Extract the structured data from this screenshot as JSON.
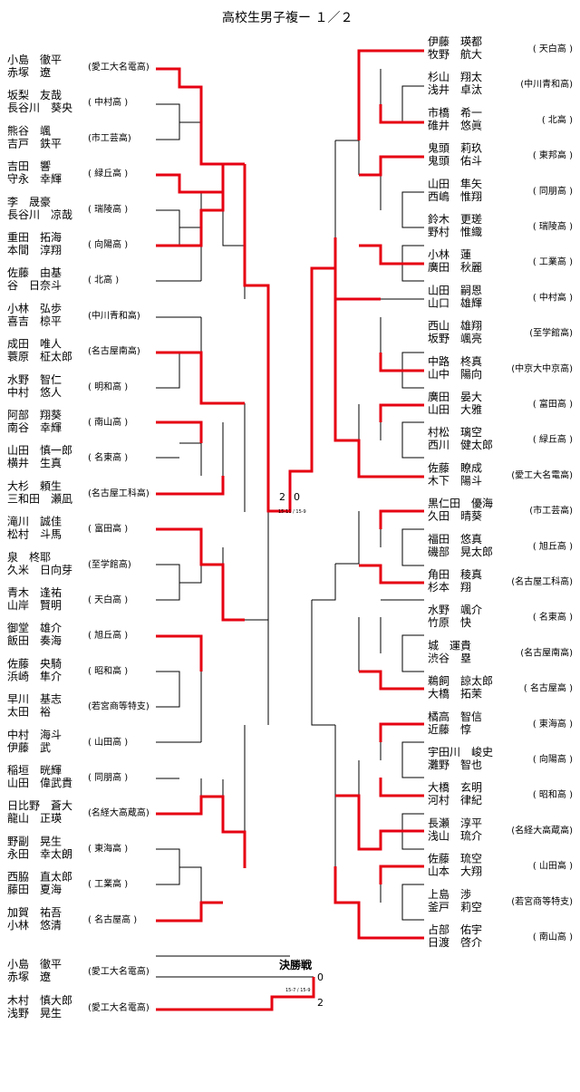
{
  "title": "高校生男子複ー １／２",
  "final_label": "決勝戦",
  "left": [
    {
      "n1": "小島　徹平",
      "n2": "赤塚　遼",
      "school": "(愛工大名電高)"
    },
    {
      "n1": "坂梨　友哉",
      "n2": "長谷川　葵央",
      "school": "( 中村高 )"
    },
    {
      "n1": "熊谷　颯",
      "n2": "吉戸　鉄平",
      "school": "(市工芸高)"
    },
    {
      "n1": "吉田　響",
      "n2": "守永　幸輝",
      "school": "( 緑丘高 )"
    },
    {
      "n1": "李　晟豪",
      "n2": "長谷川　凉哉",
      "school": "( 瑞陵高 )"
    },
    {
      "n1": "重田　拓海",
      "n2": "本間　淳翔",
      "school": "( 向陽高 )"
    },
    {
      "n1": "佐藤　由基",
      "n2": "谷　日奈斗",
      "school": "( 北高 )"
    },
    {
      "n1": "小林　弘歩",
      "n2": "喜吉　椋平",
      "school": "(中川青和高)"
    },
    {
      "n1": "成田　唯人",
      "n2": "蓑原　柾太郎",
      "school": "(名古屋南高)"
    },
    {
      "n1": "水野　智仁",
      "n2": "中村　悠人",
      "school": "( 明和高 )"
    },
    {
      "n1": "阿部　翔葵",
      "n2": "南谷　幸輝",
      "school": "( 南山高 )"
    },
    {
      "n1": "山田　慎一郎",
      "n2": "横井　生真",
      "school": "( 名東高 )"
    },
    {
      "n1": "大杉　頼生",
      "n2": "三和田　瀬凪",
      "school": "(名古屋工科高)"
    },
    {
      "n1": "滝川　誠佳",
      "n2": "松村　斗馬",
      "school": "( 富田高 )"
    },
    {
      "n1": "泉　柊耶",
      "n2": "久米　日向芽",
      "school": "(至学館高)"
    },
    {
      "n1": "青木　逢祐",
      "n2": "山岸　賢明",
      "school": "( 天白高 )"
    },
    {
      "n1": "御堂　雄介",
      "n2": "飯田　奏海",
      "school": "( 旭丘高 )"
    },
    {
      "n1": "佐藤　央騎",
      "n2": "浜崎　隼介",
      "school": "( 昭和高 )"
    },
    {
      "n1": "早川　基志",
      "n2": "太田　裕",
      "school": "(若宮商等特支)"
    },
    {
      "n1": "中村　海斗",
      "n2": "伊藤　武",
      "school": "( 山田高 )"
    },
    {
      "n1": "稲垣　晄輝",
      "n2": "山田　偉武貴",
      "school": "( 同朋高 )"
    },
    {
      "n1": "日比野　蒼大",
      "n2": "龍山　正瑛",
      "school": "(名経大高蔵高)"
    },
    {
      "n1": "野副　晃生",
      "n2": "永田　幸太朗",
      "school": "( 東海高 )"
    },
    {
      "n1": "西脇　直太郎",
      "n2": "藤田　夏海",
      "school": "( 工業高 )"
    },
    {
      "n1": "加賀　祐吾",
      "n2": "小林　悠清",
      "school": "( 名古屋高 )"
    }
  ],
  "right": [
    {
      "n1": "伊藤　瑛都",
      "n2": "牧野　航大",
      "school": "( 天白高 )"
    },
    {
      "n1": "杉山　翔太",
      "n2": "浅井　卓汰",
      "school": "(中川青和高)"
    },
    {
      "n1": "市橋　希一",
      "n2": "碓井　悠眞",
      "school": "( 北高 )"
    },
    {
      "n1": "鬼頭　莉玖",
      "n2": "鬼頭　佑斗",
      "school": "( 東邦高 )"
    },
    {
      "n1": "山田　隼矢",
      "n2": "西嶋　惟翔",
      "school": "( 同朋高 )"
    },
    {
      "n1": "鈴木　更瑳",
      "n2": "野村　惟織",
      "school": "( 瑞陵高 )"
    },
    {
      "n1": "小林　蓮",
      "n2": "廣田　秋麗",
      "school": "( 工業高 )"
    },
    {
      "n1": "山田　嗣恩",
      "n2": "山口　雄輝",
      "school": "( 中村高 )"
    },
    {
      "n1": "西山　雄翔",
      "n2": "坂野　颯亮",
      "school": "(至学館高)"
    },
    {
      "n1": "中路　柊真",
      "n2": "山中　陽向",
      "school": "(中京大中京高)"
    },
    {
      "n1": "廣田　晏大",
      "n2": "山田　大雅",
      "school": "( 富田高 )"
    },
    {
      "n1": "村松　璃空",
      "n2": "西川　健太郎",
      "school": "( 緑丘高 )"
    },
    {
      "n1": "佐藤　瞭成",
      "n2": "木下　陽斗",
      "school": "(愛工大名電高)"
    },
    {
      "n1": "黒仁田　優海",
      "n2": "久田　晴葵",
      "school": "(市工芸高)"
    },
    {
      "n1": "福田　悠真",
      "n2": "磯部　晃太郎",
      "school": "( 旭丘高 )"
    },
    {
      "n1": "角田　稜真",
      "n2": "杉本　翔",
      "school": "(名古屋工科高)"
    },
    {
      "n1": "水野　颯介",
      "n2": "竹原　快",
      "school": "( 名東高 )"
    },
    {
      "n1": "城　運貴",
      "n2": "渋谷　塁",
      "school": "(名古屋南高)"
    },
    {
      "n1": "鵜飼　諒太郎",
      "n2": "大橋　拓茉",
      "school": "( 名古屋高 )"
    },
    {
      "n1": "橘高　智信",
      "n2": "近藤　惇",
      "school": "( 東海高 )"
    },
    {
      "n1": "宇田川　峻史",
      "n2": "灘野　智也",
      "school": "( 向陽高 )"
    },
    {
      "n1": "大橋　玄明",
      "n2": "河村　律紀",
      "school": "( 昭和高 )"
    },
    {
      "n1": "長瀬　淳平",
      "n2": "浅山　琉介",
      "school": "(名経大高蔵高)"
    },
    {
      "n1": "佐藤　琉空",
      "n2": "山本　大翔",
      "school": "( 山田高 )"
    },
    {
      "n1": "上島　渉",
      "n2": "釜戸　莉空",
      "school": "(若宮商等特支)"
    },
    {
      "n1": "占部　佑宇",
      "n2": "日渡　啓介",
      "school": "( 南山高 )"
    }
  ],
  "final_teams": [
    {
      "n1": "小島　徹平",
      "n2": "赤塚　遼",
      "school": "(愛工大名電高)",
      "result": "0"
    },
    {
      "n1": "木村　慎大郎",
      "n2": "浅野　晃生",
      "school": "(愛工大名電高)",
      "result": "2"
    }
  ],
  "final_scores": "15-7 / 15-9",
  "center_results": {
    "left": "2",
    "right": "0"
  },
  "center_scores": "15-11 / 15-9"
}
